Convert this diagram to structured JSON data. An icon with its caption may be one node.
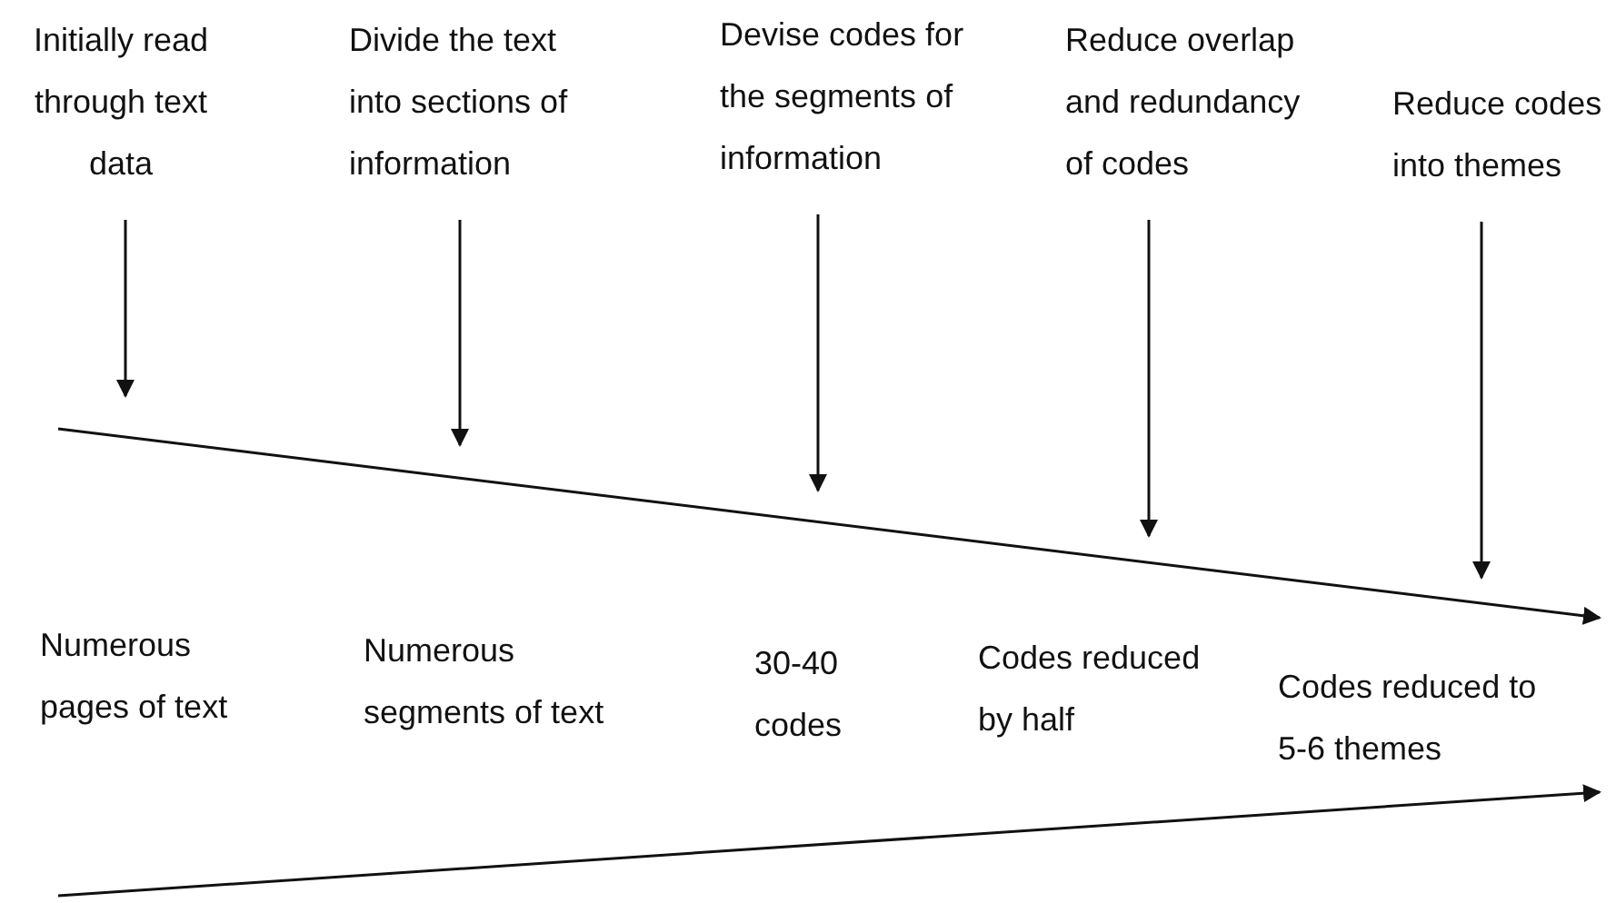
{
  "diagram": {
    "nodes": [
      {
        "text": [
          "Initially read through text data"
        ]
      },
      {
        "text": [
          "Divide the text into sections of information"
        ]
      },
      {
        "text": [
          "Devise codes for the segments of information"
        ]
      },
      {
        "text": [
          "Reduce overlap and redundancy of codes"
        ]
      },
      {
        "text": [
          "Reduce codes into themes"
        ]
      }
    ],
    "edges": [
      {
        "from": 0,
        "to": null,
        "arrow": "to"
      },
      {
        "from": 1,
        "to": null,
        "arrow": "to"
      },
      {
        "from": 2,
        "to": null,
        "arrow": "to"
      },
      {
        "from": 3,
        "to": null,
        "arrow": "to"
      },
      {
        "from": 4,
        "to": null,
        "arrow": "to"
      }
    ],
    "labels": [
      "Numerous pages of text",
      "Numerous segments of text",
      "30-40 codes",
      "Codes reduced by half",
      "Codes reduced to 5-6 themes"
    ]
  }
}
